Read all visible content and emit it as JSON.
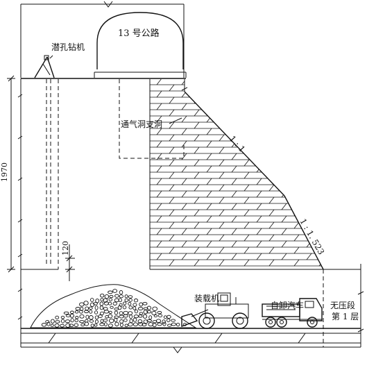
{
  "labels": {
    "tunnel": "13 号公路",
    "drill": "潜孔钻机",
    "vent_tunnel": "通气洞支洞",
    "slope_1": "1 : 1",
    "slope_2": "1 : 1. 523",
    "dim_height": "1970",
    "dim_small": "120",
    "loader": "装载机",
    "truck": "自卸汽车",
    "stage_line1": "无压段",
    "stage_line2": "第 1 层"
  },
  "colors": {
    "line": "#111111",
    "background": "#ffffff"
  }
}
